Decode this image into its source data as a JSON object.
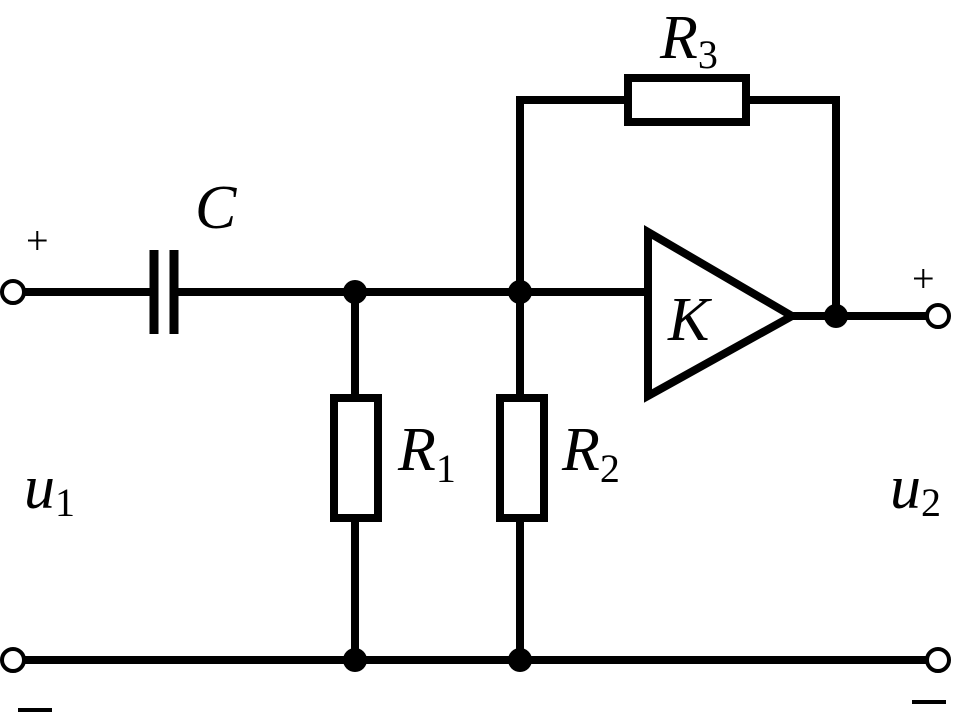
{
  "labels": {
    "capacitor": "C",
    "r1_main": "R",
    "r1_sub": "1",
    "r2_main": "R",
    "r2_sub": "2",
    "r3_main": "R",
    "r3_sub": "3",
    "amplifier": "K",
    "u1_main": "u",
    "u1_sub": "1",
    "u2_main": "u",
    "u2_sub": "2",
    "plus": "+"
  }
}
